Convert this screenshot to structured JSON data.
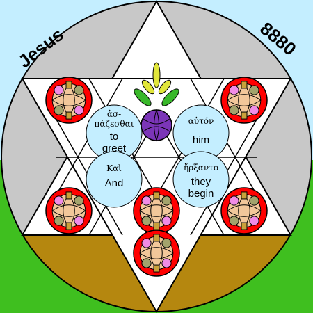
{
  "title_left": "Jesus",
  "title_right": "8880",
  "words": [
    {
      "greek_line1": "ἀσ-",
      "greek_line2": "πάζεσθαι",
      "english_line1": "to",
      "english_line2": "greet"
    },
    {
      "greek_line1": "αὐτόν",
      "greek_line2": "",
      "english_line1": "him",
      "english_line2": ""
    },
    {
      "greek_line1": "Καὶ",
      "greek_line2": "",
      "english_line1": "And",
      "english_line2": ""
    },
    {
      "greek_line1": "ἤρξαντο",
      "greek_line2": "",
      "english_line1": "they",
      "english_line2": "begin"
    }
  ],
  "colors": {
    "sky": "#c4eeff",
    "grass": "#3fbf1f",
    "ground": "#b5870f",
    "disc_gray": "#c8c8c8",
    "word_circle": "#c4eeff",
    "rose_red": "#ff0000",
    "rose_skin": "#f2c79a",
    "rose_olive": "#a3a36c",
    "rose_pink": "#f08ce6",
    "center_purple": "#7b35b8",
    "center_green": "#39b82a",
    "center_yellow": "#e1e63a"
  },
  "icons": [
    "hexagram-frame",
    "rose-window",
    "central-lily"
  ]
}
